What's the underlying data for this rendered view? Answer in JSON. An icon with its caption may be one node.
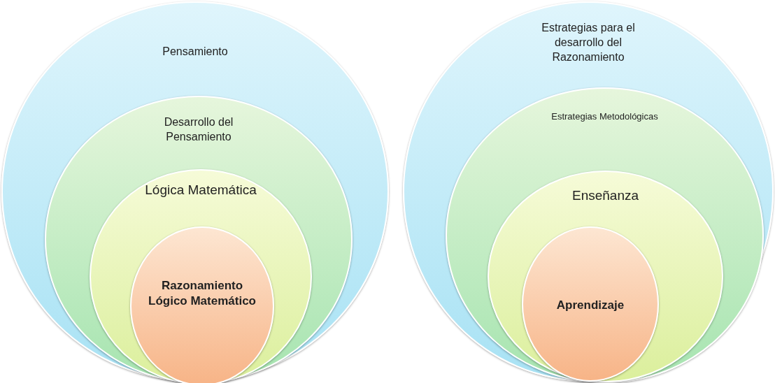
{
  "diagram": {
    "nodes": [
      {
        "text": [
          "Pensamiento"
        ]
      },
      {
        "text": [
          "Desarrollo del Pensamiento"
        ],
        "in": 0
      },
      {
        "text": [
          "Lógica Matemática"
        ],
        "in": 1
      },
      {
        "text": [
          "Razonamiento Lógico Matemático"
        ],
        "in": 2
      },
      {
        "text": [
          "Estrategias para el desarrollo del Razonamiento"
        ]
      },
      {
        "text": [
          "Estrategias Metodológicas"
        ],
        "in": 4
      },
      {
        "text": [
          "Enseñanza"
        ],
        "in": 5
      },
      {
        "text": [
          "Aprendizaje"
        ],
        "in": 6
      }
    ],
    "edges": []
  }
}
